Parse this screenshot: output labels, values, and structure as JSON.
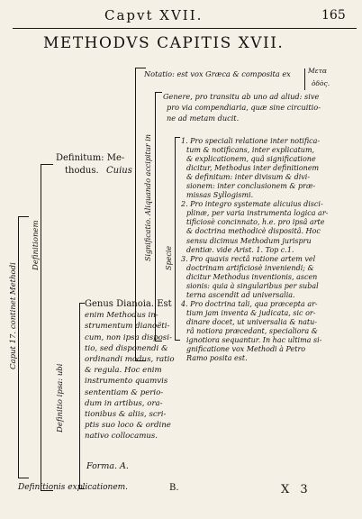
{
  "header": {
    "chapter": "Capvt XVII.",
    "page_number": "165",
    "title": "METHODVS CAPITIS XVII."
  },
  "side": {
    "caput": "Caput 17. continet Methodi",
    "definitionem": "Definitionem",
    "definitio_ipsa": "Definitio ipsa: ubi",
    "significatio": "Significatio. Aliquando accipitur in",
    "specie": "Specie"
  },
  "definitum": {
    "line1": "Definitum: Me-",
    "line2": "thodus.",
    "cuius": "Cuius"
  },
  "notatio": {
    "text": "Notatio: est vox Græca & composita ex",
    "meta": "Μετα",
    "odos": "ὁδὸς."
  },
  "genere": [
    "Genere, pro transitu ab uno ad aliud: sive",
    "pro via compendiaria, quæ sine circuitio-",
    "ne ad metam ducit."
  ],
  "species": [
    "1. Pro speciali relatione inter notifica-",
    "tum & notificans, inter explicatum,",
    "& explicationem, quâ significatione",
    "dicitur, Methodus inter definitionem",
    "& definitum: inter divisum & divi-",
    "sionem: inter conclusionem & præ-",
    "missas Syllogismi.",
    "2. Pro integro systemate alicuius disci-",
    "plinæ, per varia instrumenta logica ar-",
    "tificiosè concinnato, h.e. pro ipsâ arte",
    "& doctrina methodicè dispositâ. Hoc",
    "sensu dicimus Methodum jurispru",
    "dentiæ. vide Arist. 1. Top c.1.",
    "3. Pro quavis rectâ ratione artem vel",
    "doctrinam artificiosè inveniendi; &",
    "dicitur Methodus inventionis, ascen",
    "sionis: quia à singularibus per subal",
    "terna ascendit ad universalia.",
    "4. Pro doctrina tali, qua præcepta ar-",
    "tium jam inventa & judicata, sic or-",
    "dinare docet, ut universalia & natu-",
    "râ notiora præcedant, specialiora &",
    "ignotiora sequantur. In hac ultima si-",
    "gnificatione vox Methodi à Petro",
    "Ramo posita est."
  ],
  "genus": [
    "Genus Dianoia. Est",
    "enim Methodus in-",
    "strumentum dianoëti-",
    "cum, non ipsa disposi-",
    "tio, sed disponendi &",
    "ordinandi modus, ratio",
    "& regula. Hoc enim",
    "instrumento quamvis",
    "sententiam & perio-",
    "dum in artibus, ora-",
    "tionibus & aliis, scri-",
    "ptis suo loco & ordine",
    "nativo collocamus."
  ],
  "forma": "Forma. A.",
  "footer": {
    "explicatio": "Definitionis explicationem.",
    "letter_b": "B.",
    "catch": "X 3"
  }
}
